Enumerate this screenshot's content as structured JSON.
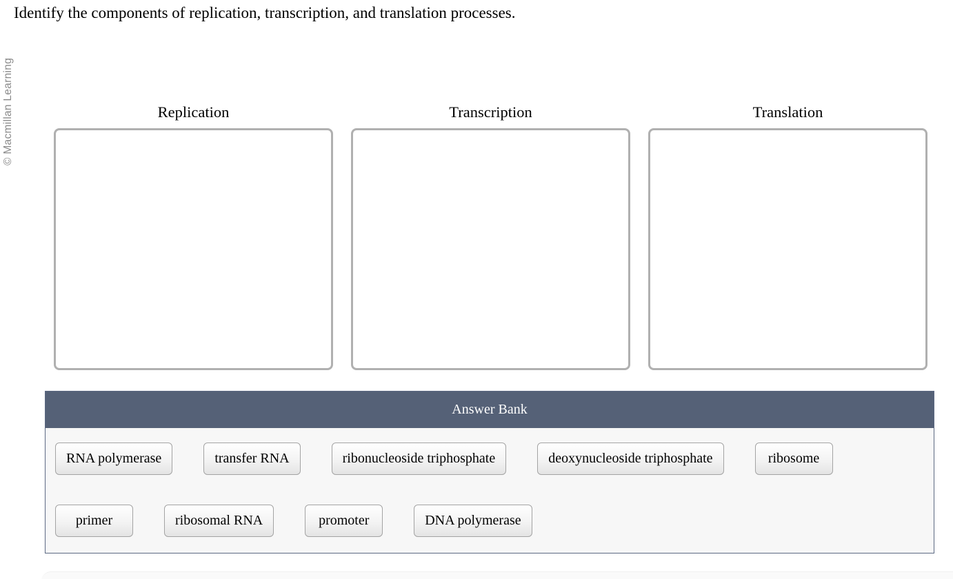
{
  "branding": {
    "copyright": "© Macmillan Learning"
  },
  "question": {
    "prompt": "Identify the components of replication, transcription, and translation processes."
  },
  "drop_zones": [
    {
      "label": "Replication"
    },
    {
      "label": "Transcription"
    },
    {
      "label": "Translation"
    }
  ],
  "answer_bank": {
    "title": "Answer Bank",
    "rows": [
      [
        "RNA polymerase",
        "transfer RNA",
        "ribonucleoside triphosphate",
        "deoxynucleoside triphosphate",
        "ribosome"
      ],
      [
        "primer",
        "ribosomal RNA",
        "promoter",
        "DNA polymerase"
      ]
    ]
  },
  "colors": {
    "bank_header_bg": "#556177",
    "bank_body_bg": "#f7f7f7",
    "bank_border": "#5c6983",
    "drop_box_border": "#b0b0b0",
    "chip_border": "#a3a3a3",
    "copyright_text": "#8a8a8a"
  }
}
